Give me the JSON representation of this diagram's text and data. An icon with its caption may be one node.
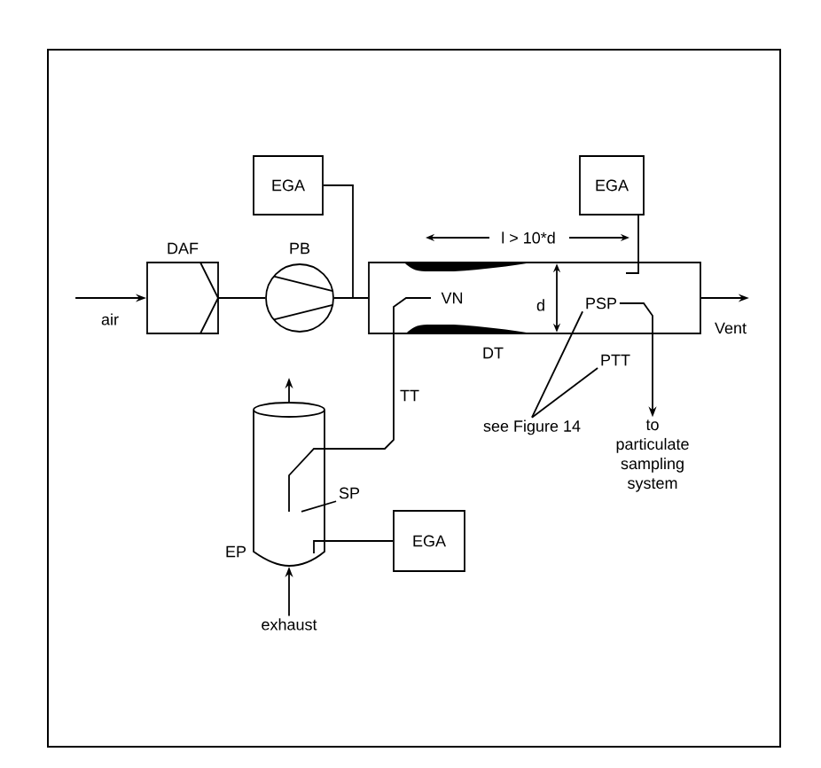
{
  "diagram": {
    "nodes": [
      {
        "text": [
          "EGA"
        ]
      },
      {
        "text": [
          "EGA"
        ]
      },
      {
        "text": [
          "DAF"
        ]
      },
      {
        "text": [
          "PB"
        ]
      },
      {
        "text": [
          "DT"
        ]
      },
      {
        "text": [
          "PSP"
        ],
        "in": 4
      },
      {
        "text": [
          "air"
        ]
      },
      {
        "text": [
          "Vent"
        ]
      },
      {
        "text": [
          "PTT"
        ]
      },
      {
        "text": [
          "see Figure 14"
        ]
      },
      {
        "text": [
          "to particulate sampling system"
        ]
      },
      {
        "text": [
          "EP"
        ]
      },
      {
        "text": [
          "SP"
        ]
      },
      {
        "text": [
          "EGA"
        ]
      },
      {
        "text": [
          "exhaust"
        ]
      }
    ],
    "edges": [
      {
        "from": 6,
        "to": 2,
        "arrow": "to"
      },
      {
        "from": 2,
        "to": 3,
        "arrow": "none"
      },
      {
        "from": 3,
        "to": 4,
        "arrow": "none"
      },
      {
        "from": 0,
        "to": 4,
        "arrow": "none"
      },
      {
        "from": 1,
        "to": 4,
        "arrow": "none"
      },
      {
        "from": 4,
        "to": 7,
        "arrow": "to"
      },
      {
        "from": 5,
        "to": 10,
        "arrow": "to"
      },
      {
        "from": 9,
        "to": 5,
        "arrow": "none"
      },
      {
        "from": 9,
        "to": 8,
        "arrow": "none"
      },
      {
        "from": 11,
        "to": 4,
        "arrow": "none",
        "label": "TT"
      },
      {
        "from": 11,
        "to": null,
        "arrow": "to"
      },
      {
        "from": 14,
        "to": 11,
        "arrow": "to"
      },
      {
        "from": 13,
        "to": 11,
        "arrow": "none"
      },
      {
        "from": 12,
        "to": 11,
        "arrow": "none"
      }
    ],
    "labels": [
      "l > 10*d",
      "VN",
      "d"
    ]
  }
}
